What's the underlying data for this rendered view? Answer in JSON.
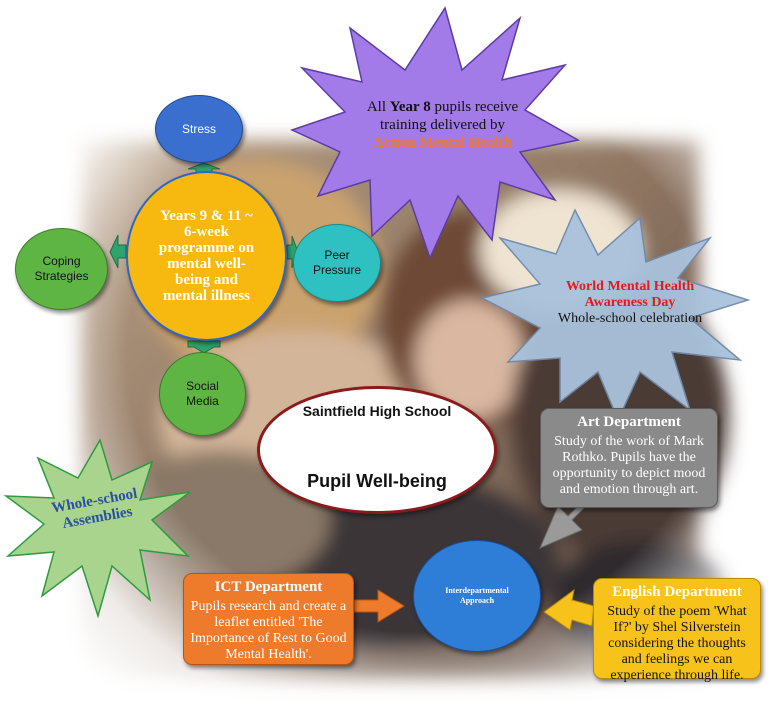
{
  "nodes": {
    "stress": "Stress",
    "coping": [
      "Coping",
      "Strategies"
    ],
    "peer": [
      "Peer",
      "Pressure"
    ],
    "social": [
      "Social",
      "Media"
    ],
    "years": [
      "Years 9 & 11 ~",
      "6-week",
      "programme on",
      "mental well-",
      "being and",
      "mental illness"
    ],
    "interdepartmental": [
      "Interdepartmental",
      "Approach"
    ]
  },
  "center": {
    "school_name": "Saintfield High School",
    "title": "Pupil Well-being"
  },
  "year8_star": {
    "line1_prefix": "All ",
    "line1_bold": "Year 8",
    "line1_suffix": " pupils receive",
    "line2": "training delivered by",
    "line3": "Action Mental Health"
  },
  "wmh_star": {
    "title_line1": "World Mental Health",
    "title_line2": "Awareness Day",
    "subtitle": "Whole-school celebration"
  },
  "assembly_star": [
    "Whole-school",
    "Assemblies"
  ],
  "departments": {
    "art": {
      "title": "Art Department",
      "body": "Study of the work of Mark Rothko. Pupils have the opportunity to depict mood and emotion through art."
    },
    "ict": {
      "title": "ICT Department",
      "body": "Pupils research and create a leaflet entitled 'The Importance of Rest to Good Mental Health'."
    },
    "english": {
      "title": "English Department",
      "body": "Study of the poem 'What If?' by Shel Silverstein considering the thoughts and feelings we can experience through life."
    }
  },
  "colors": {
    "blue": "#3a6fcf",
    "green": "#5fb544",
    "teal": "#2fc1c1",
    "gold": "#f7b90f",
    "purple_star": "#a27be8",
    "grey_star": "#9fb8d3",
    "green_star": "#a6d28c",
    "crest": "#8c1a1a",
    "orange": "#ee7a2c",
    "art_grey": "#8a8a8a",
    "english_yellow": "#f7c219"
  }
}
